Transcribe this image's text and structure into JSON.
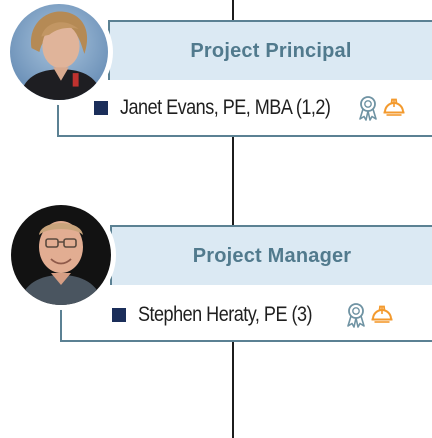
{
  "colors": {
    "header_fill": "#dbe9f3",
    "frame_line": "#5b8193",
    "title_text": "#517a8d",
    "bullet": "#1b2e5a",
    "certification_icon": "#6f93a3",
    "hardhat_icon": "#f39a2e",
    "connector": "#1c1c1c"
  },
  "roles": [
    {
      "title": "Project Principal",
      "member": "Janet Evans, PE, MBA (1,2)",
      "icons": [
        "certification-ribbon-icon",
        "hardhat-icon"
      ]
    },
    {
      "title": "Project Manager",
      "member": "Stephen Heraty, PE (3)",
      "icons": [
        "certification-ribbon-icon",
        "hardhat-icon"
      ]
    }
  ]
}
